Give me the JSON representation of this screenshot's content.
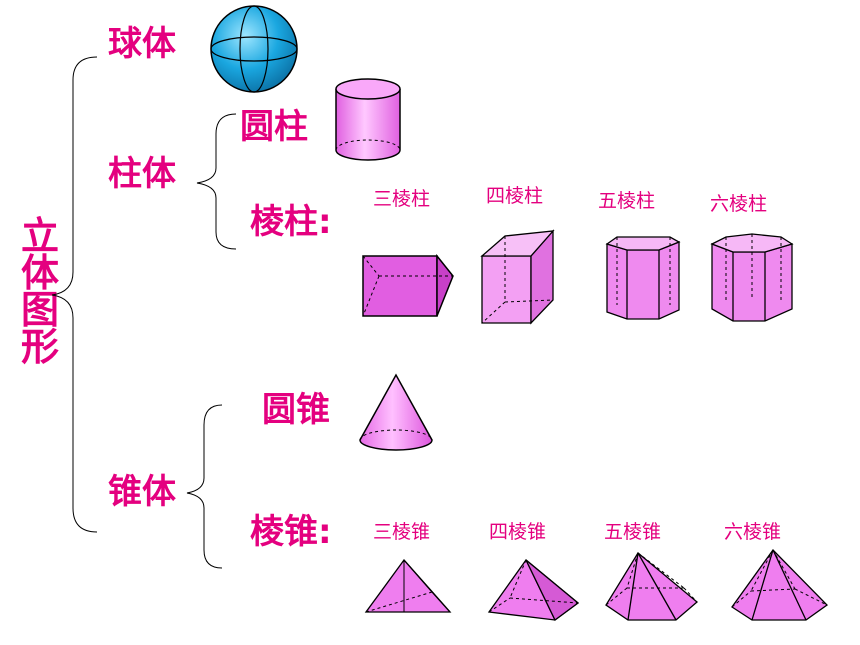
{
  "root": {
    "chars": [
      "立",
      "体",
      "图",
      "形"
    ]
  },
  "categories": {
    "sphere": "球体",
    "prism_group": "柱体",
    "cone_group": "锥体"
  },
  "subcategories": {
    "cylinder": "圆柱",
    "prism": "棱柱:",
    "cone": "圆锥",
    "pyramid": "棱锥:"
  },
  "prisms": [
    "三棱柱",
    "四棱柱",
    "五棱柱",
    "六棱柱"
  ],
  "pyramids": [
    "三棱锥",
    "四棱锥",
    "五棱锥",
    "六棱锥"
  ],
  "colors": {
    "text": "#e4007f",
    "solid_fill": "#f080f0",
    "solid_dark": "#d050d0",
    "sphere": "#1aa7e0"
  }
}
